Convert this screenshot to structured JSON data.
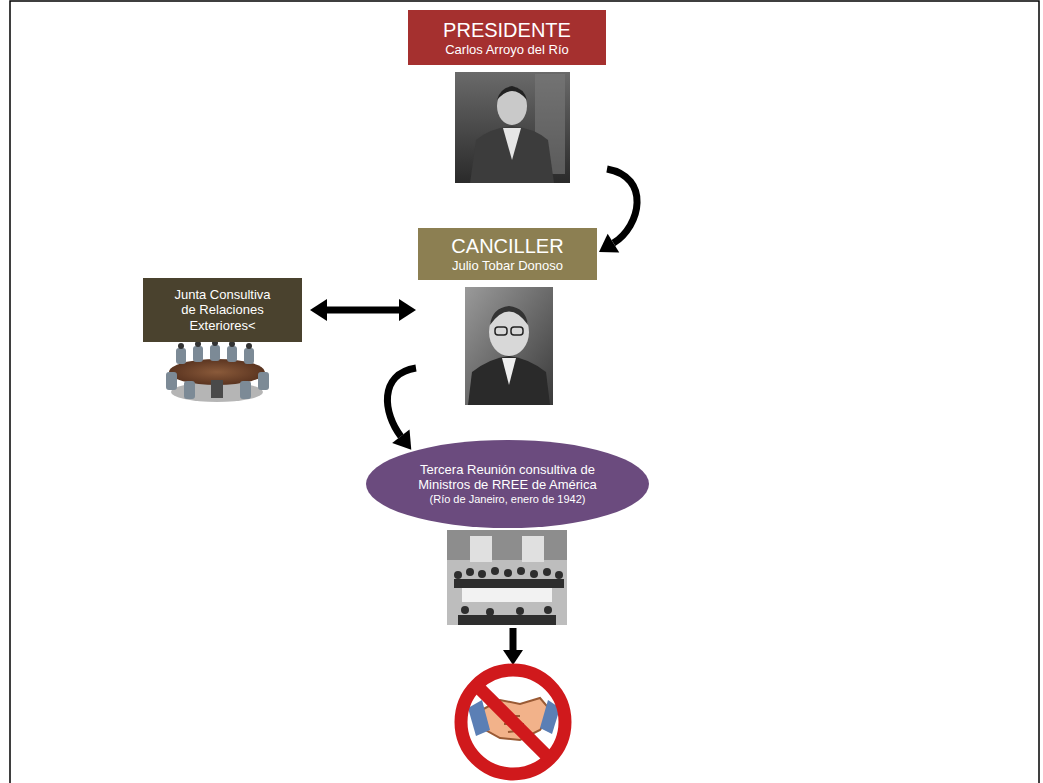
{
  "diagram": {
    "nodes": [
      {
        "text": [
          "PRESIDENTE",
          "Carlos Arroyo del Río"
        ]
      },
      {
        "text": [
          "CANCILLER",
          "Julio Tobar Donoso"
        ]
      },
      {
        "text": [
          "Junta Consultiva de Relaciones Exteriores<"
        ]
      },
      {
        "text": [
          "Tercera Reunión consultiva de Ministros de RREE de América",
          "(Río de Janeiro, enero de 1942)"
        ]
      }
    ],
    "edges": [
      {
        "from": 0,
        "to": 1,
        "arrow": "to"
      },
      {
        "from": 2,
        "to": 1,
        "arrow": "both"
      },
      {
        "from": 1,
        "to": 3,
        "arrow": "to"
      }
    ]
  }
}
